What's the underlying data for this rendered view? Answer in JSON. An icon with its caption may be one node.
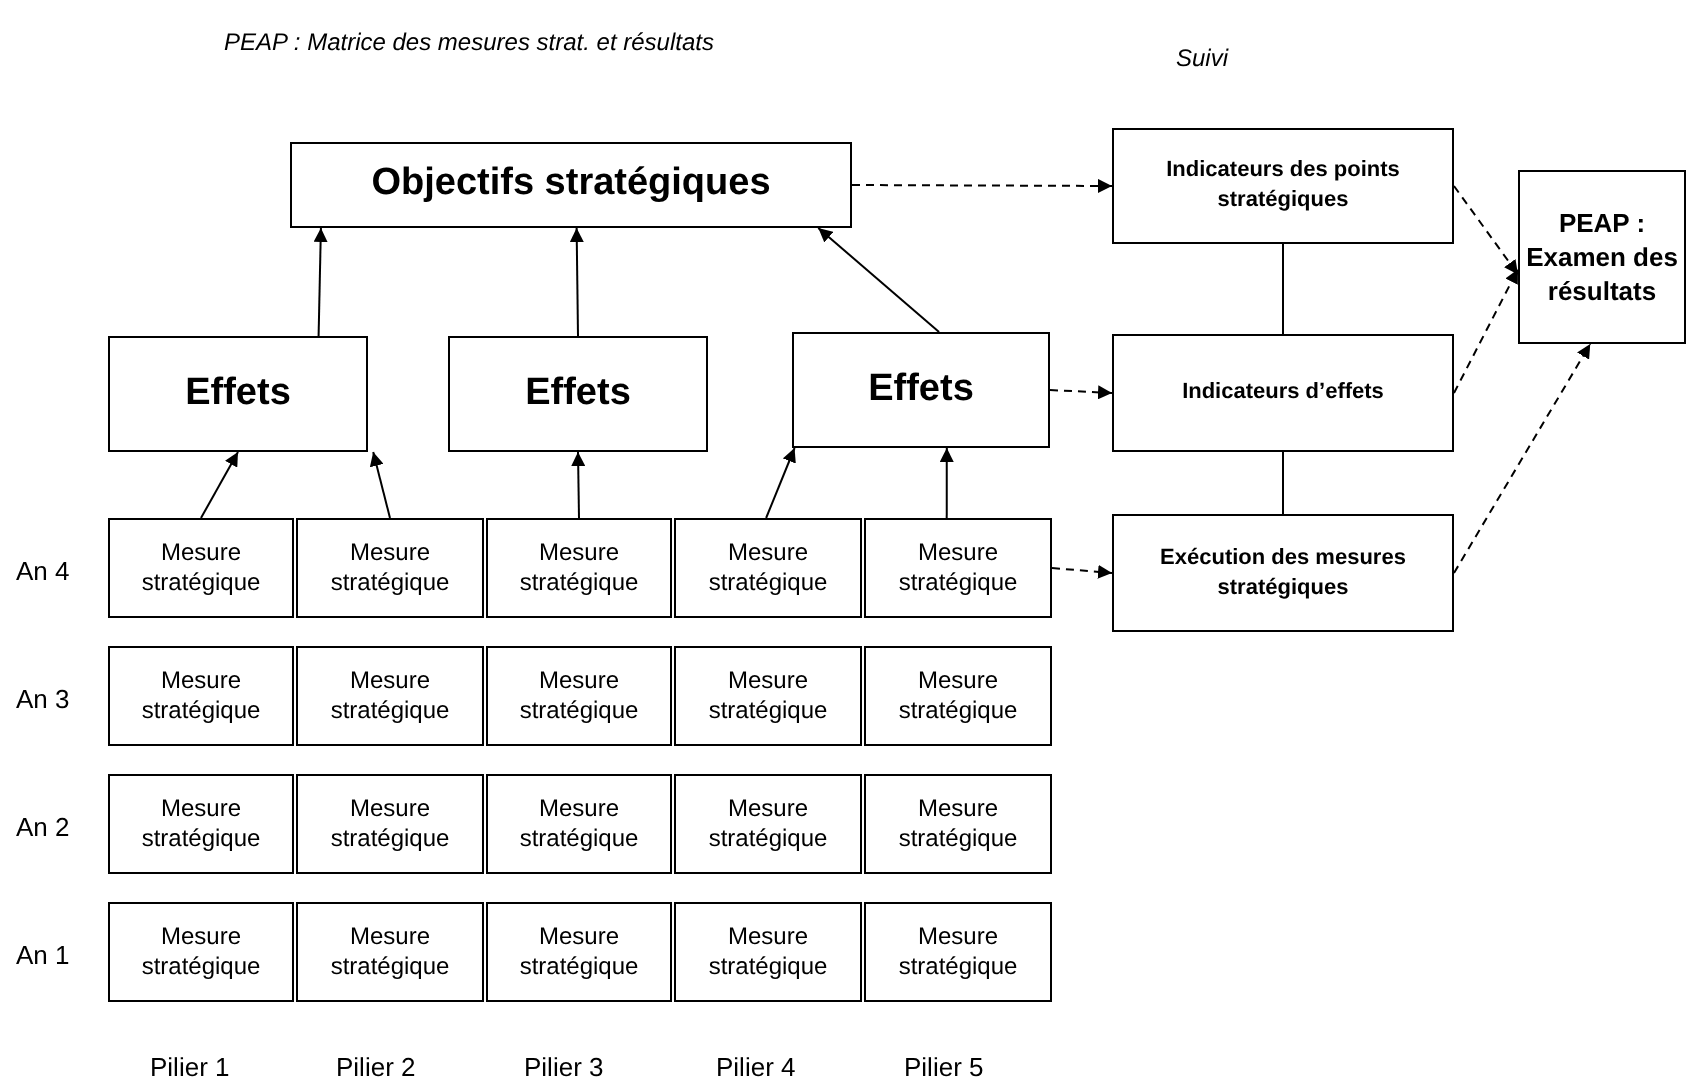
{
  "diagram": {
    "title": "PEAP : Matrice des mesures strat. et résultats",
    "nodes": [
      {
        "text": [
          "Objectifs stratégiques"
        ]
      },
      {
        "text": [
          "Effets"
        ]
      },
      {
        "text": [
          "Effets"
        ]
      },
      {
        "text": [
          "Effets"
        ]
      },
      {
        "text": [
          "Mesure stratégique"
        ]
      },
      {
        "text": [
          "Mesure stratégique"
        ]
      },
      {
        "text": [
          "Mesure stratégique"
        ]
      },
      {
        "text": [
          "Mesure stratégique"
        ]
      },
      {
        "text": [
          "Mesure stratégique"
        ]
      },
      {
        "text": [
          "Mesure stratégique"
        ]
      },
      {
        "text": [
          "Mesure stratégique"
        ]
      },
      {
        "text": [
          "Mesure stratégique"
        ]
      },
      {
        "text": [
          "Mesure stratégique"
        ]
      },
      {
        "text": [
          "Mesure stratégique"
        ]
      },
      {
        "text": [
          "Mesure stratégique"
        ]
      },
      {
        "text": [
          "Mesure stratégique"
        ]
      },
      {
        "text": [
          "Mesure stratégique"
        ]
      },
      {
        "text": [
          "Mesure stratégique"
        ]
      },
      {
        "text": [
          "Mesure stratégique"
        ]
      },
      {
        "text": [
          "Mesure stratégique"
        ]
      },
      {
        "text": [
          "Mesure stratégique"
        ]
      },
      {
        "text": [
          "Mesure stratégique"
        ]
      },
      {
        "text": [
          "Mesure stratégique"
        ]
      },
      {
        "text": [
          "Mesure stratégique"
        ]
      },
      {
        "text": [
          "Indicateurs des points stratégiques"
        ]
      },
      {
        "text": [
          "Indicateurs d’effets"
        ]
      },
      {
        "text": [
          "Exécution des mesures stratégiques"
        ]
      },
      {
        "text": [
          "PEAP : Examen des résultats"
        ]
      }
    ],
    "edges": [
      {
        "from": 1,
        "to": 0,
        "arrow": "to"
      },
      {
        "from": 2,
        "to": 0,
        "arrow": "to"
      },
      {
        "from": 3,
        "to": 0,
        "arrow": "to"
      },
      {
        "from": 4,
        "to": 1,
        "arrow": "to"
      },
      {
        "from": 5,
        "to": 1,
        "arrow": "to"
      },
      {
        "from": 6,
        "to": 2,
        "arrow": "to"
      },
      {
        "from": 7,
        "to": 3,
        "arrow": "to"
      },
      {
        "from": 8,
        "to": 3,
        "arrow": "to"
      },
      {
        "from": 0,
        "to": 24,
        "arrow": "to",
        "style": "dashed"
      },
      {
        "from": 3,
        "to": 25,
        "arrow": "to",
        "style": "dashed"
      },
      {
        "from": 8,
        "to": 26,
        "arrow": "to",
        "style": "dashed"
      },
      {
        "from": 24,
        "to": 25,
        "arrow": "none"
      },
      {
        "from": 25,
        "to": 26,
        "arrow": "none"
      },
      {
        "from": 24,
        "to": 27,
        "arrow": "to",
        "style": "dashed"
      },
      {
        "from": 25,
        "to": 27,
        "arrow": "to",
        "style": "dashed"
      },
      {
        "from": 26,
        "to": 27,
        "arrow": "to",
        "style": "dashed"
      }
    ],
    "labels": [
      "Suivi",
      "An 4",
      "An 3",
      "An 2",
      "An 1",
      "Pilier 1",
      "Pilier 2",
      "Pilier 3",
      "Pilier 4",
      "Pilier 5"
    ]
  }
}
